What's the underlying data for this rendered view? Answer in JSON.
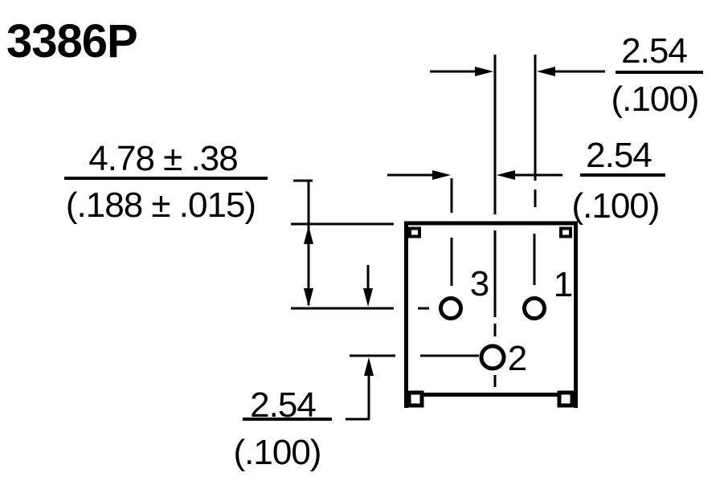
{
  "meta": {
    "part_number": "3386P"
  },
  "colors": {
    "ink": "#000000",
    "background": "#ffffff"
  },
  "dimensions": {
    "pitch_center_to_pin1": {
      "mm": "2.54",
      "inch": "(.100)"
    },
    "pitch_pin3_to_center": {
      "mm": "2.54",
      "inch": "(.100)"
    },
    "body_top_to_pin_row": {
      "mm": "4.78 ± .38",
      "inch": "(.188 ± .015)"
    },
    "row_to_row": {
      "mm": "2.54",
      "inch": "(.100)"
    }
  },
  "pins": {
    "pin1": "1",
    "pin2": "2",
    "pin3": "3"
  }
}
